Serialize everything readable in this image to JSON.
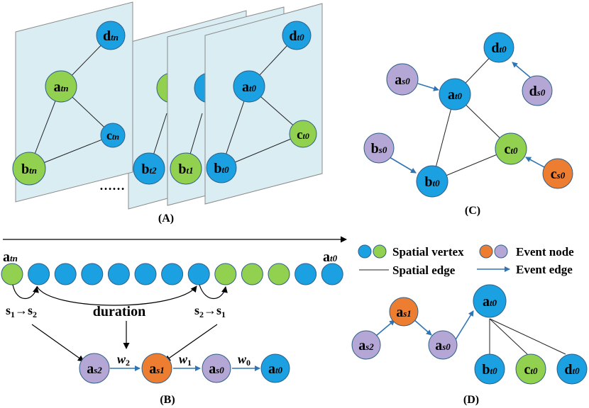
{
  "colors": {
    "blue": "#1ba1e2",
    "green": "#92d050",
    "orange": "#ed7d31",
    "purple": "#b4a7d6",
    "frame": "#d9edf2",
    "event_edge": "#2e75b6"
  },
  "panel_a": {
    "caption": "(A)",
    "dots": "……",
    "front": {
      "a": {
        "base": "a",
        "sub": "tn"
      },
      "b": {
        "base": "b",
        "sub": "tn"
      },
      "c": {
        "base": "c",
        "sub": "tn"
      },
      "d": {
        "base": "d",
        "sub": "tn"
      }
    },
    "f2": {
      "b": {
        "base": "b",
        "sub": "t2"
      }
    },
    "f3": {
      "b": {
        "base": "b",
        "sub": "t1"
      }
    },
    "back": {
      "a": {
        "base": "a",
        "sub": "t0"
      },
      "b": {
        "base": "b",
        "sub": "t0"
      },
      "c": {
        "base": "c",
        "sub": "t0"
      },
      "d": {
        "base": "d",
        "sub": "t0"
      }
    }
  },
  "panel_b": {
    "caption": "(B)",
    "label_start": {
      "base": "a",
      "sub": "tn"
    },
    "label_end": {
      "base": "a",
      "sub": "t0"
    },
    "s12": {
      "a": "s",
      "an": "1",
      "b": "s",
      "bn": "2"
    },
    "s21": {
      "a": "s",
      "an": "2",
      "b": "s",
      "bn": "1"
    },
    "duration": "duration",
    "w2": {
      "base": "w",
      "sub": "2"
    },
    "w1": {
      "base": "w",
      "sub": "1"
    },
    "w0": {
      "base": "w",
      "sub": "0"
    },
    "chain": {
      "as2": {
        "base": "a",
        "sub": "s2"
      },
      "as1": {
        "base": "a",
        "sub": "s1"
      },
      "as0": {
        "base": "a",
        "sub": "s0"
      },
      "at0": {
        "base": "a",
        "sub": "t0"
      }
    }
  },
  "panel_c": {
    "caption": "(C)",
    "dt0": {
      "base": "d",
      "sub": "t0"
    },
    "as0": {
      "base": "a",
      "sub": "s0"
    },
    "at0": {
      "base": "a",
      "sub": "t0"
    },
    "ds0": {
      "base": "d",
      "sub": "s0"
    },
    "bs0": {
      "base": "b",
      "sub": "s0"
    },
    "ct0": {
      "base": "c",
      "sub": "t0"
    },
    "bt0": {
      "base": "b",
      "sub": "t0"
    },
    "cs0": {
      "base": "c",
      "sub": "s0"
    }
  },
  "legend": {
    "spatial_vertex": "Spatial vertex",
    "event_node": "Event node",
    "spatial_edge": "Spatial edge",
    "event_edge": "Event edge"
  },
  "panel_d": {
    "caption": "(D)",
    "as1": {
      "base": "a",
      "sub": "s1"
    },
    "at0": {
      "base": "a",
      "sub": "t0"
    },
    "as2": {
      "base": "a",
      "sub": "s2"
    },
    "as0": {
      "base": "a",
      "sub": "s0"
    },
    "bt0": {
      "base": "b",
      "sub": "t0"
    },
    "ct0": {
      "base": "c",
      "sub": "t0"
    },
    "dt0": {
      "base": "d",
      "sub": "t0"
    }
  }
}
